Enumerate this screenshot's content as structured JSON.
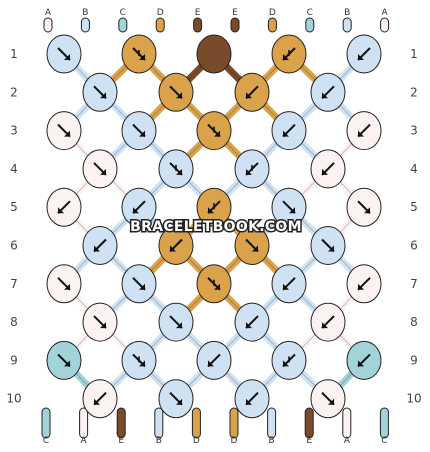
{
  "watermark": "BRACELETBOOK.COM",
  "colors": {
    "A": "#fdf2f2",
    "B": "#cfe2f3",
    "C": "#a1d3d8",
    "D": "#dba24c",
    "E": "#7a4b2a",
    "outline": "#222222"
  },
  "strands_top": [
    "A",
    "B",
    "C",
    "D",
    "E",
    "E",
    "D",
    "C",
    "B",
    "A"
  ],
  "strands_bottom": [
    "C",
    "A",
    "E",
    "B",
    "D",
    "D",
    "B",
    "E",
    "A",
    "C"
  ],
  "row_labels": [
    "1",
    "2",
    "3",
    "4",
    "5",
    "6",
    "7",
    "8",
    "9",
    "10"
  ],
  "knots": [
    [
      {
        "color": "B",
        "arrow": "se"
      },
      {
        "color": "D",
        "arrow": "se-back"
      },
      {
        "color": "E",
        "arrow": "none"
      },
      {
        "color": "D",
        "arrow": "sw-back"
      },
      {
        "color": "B",
        "arrow": "sw"
      }
    ],
    [
      {
        "color": "B",
        "arrow": "se"
      },
      {
        "color": "D",
        "arrow": "se"
      },
      {
        "color": "D",
        "arrow": "sw"
      },
      {
        "color": "B",
        "arrow": "sw"
      }
    ],
    [
      {
        "color": "A",
        "arrow": "se"
      },
      {
        "color": "B",
        "arrow": "se"
      },
      {
        "color": "D",
        "arrow": "se-back"
      },
      {
        "color": "B",
        "arrow": "sw"
      },
      {
        "color": "A",
        "arrow": "sw"
      }
    ],
    [
      {
        "color": "A",
        "arrow": "se"
      },
      {
        "color": "B",
        "arrow": "se-back"
      },
      {
        "color": "B",
        "arrow": "sw-back"
      },
      {
        "color": "A",
        "arrow": "sw"
      }
    ],
    [
      {
        "color": "A",
        "arrow": "sw"
      },
      {
        "color": "B",
        "arrow": "sw"
      },
      {
        "color": "D",
        "arrow": "sw-back"
      },
      {
        "color": "B",
        "arrow": "se"
      },
      {
        "color": "A",
        "arrow": "se"
      }
    ],
    [
      {
        "color": "B",
        "arrow": "sw"
      },
      {
        "color": "D",
        "arrow": "sw"
      },
      {
        "color": "D",
        "arrow": "se"
      },
      {
        "color": "B",
        "arrow": "se"
      }
    ],
    [
      {
        "color": "A",
        "arrow": "se"
      },
      {
        "color": "B",
        "arrow": "se"
      },
      {
        "color": "D",
        "arrow": "se-back"
      },
      {
        "color": "B",
        "arrow": "sw"
      },
      {
        "color": "A",
        "arrow": "sw"
      }
    ],
    [
      {
        "color": "A",
        "arrow": "se"
      },
      {
        "color": "B",
        "arrow": "se"
      },
      {
        "color": "B",
        "arrow": "sw"
      },
      {
        "color": "A",
        "arrow": "sw"
      }
    ],
    [
      {
        "color": "C",
        "arrow": "se"
      },
      {
        "color": "B",
        "arrow": "se-back"
      },
      {
        "color": "B",
        "arrow": "sw"
      },
      {
        "color": "B",
        "arrow": "sw-back"
      },
      {
        "color": "C",
        "arrow": "sw"
      }
    ],
    [
      {
        "color": "A",
        "arrow": "sw"
      },
      {
        "color": "B",
        "arrow": "se"
      },
      {
        "color": "B",
        "arrow": "sw"
      },
      {
        "color": "A",
        "arrow": "se"
      }
    ]
  ]
}
